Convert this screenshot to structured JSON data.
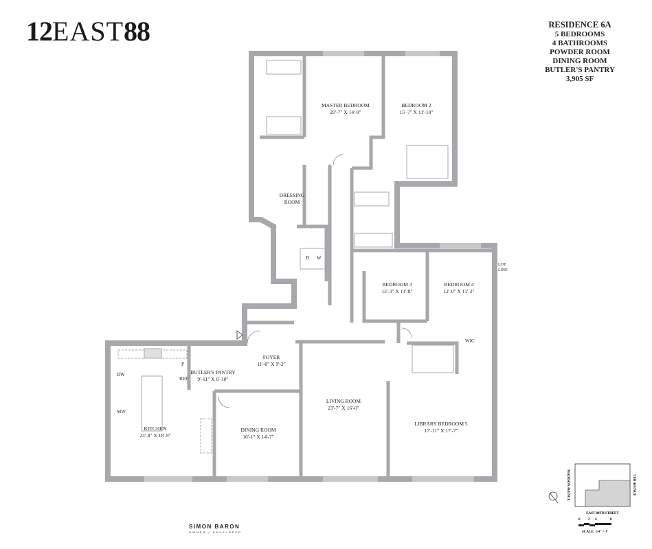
{
  "logo": {
    "part1": "12",
    "part2": "EAST",
    "part3": "88"
  },
  "summary": {
    "title": "RESIDENCE 6A",
    "lines": [
      "5 BEDROOMS",
      "4 BATHROOMS",
      "POWDER ROOM",
      "DINING ROOM",
      "BUTLER'S PANTRY",
      "3,905 SF"
    ]
  },
  "rooms": {
    "master_bedroom": {
      "name": "MASTER BEDROOM",
      "dims": "20'-7\" x 14'-9\""
    },
    "bedroom_2": {
      "name": "BEDROOM 2",
      "dims": "15'-7\" x 11'-10\""
    },
    "dressing_room": {
      "name": "DRESSING ROOM"
    },
    "bedroom_3": {
      "name": "BEDROOM 3",
      "dims": "13'-3\" x 11'-8\""
    },
    "bedroom_4": {
      "name": "BEDROOM 4",
      "dims": "12'-0\" x 11'-2\""
    },
    "foyer": {
      "name": "FOYER",
      "dims": "11'-8\" x 9'-2\""
    },
    "butlers_pantry": {
      "name": "BUTLER'S PANTRY",
      "dims": "9'-11\" x 6'-10\""
    },
    "kitchen": {
      "name": "KITCHEN",
      "dims": "23'-8\" x 18'-9\""
    },
    "dining_room": {
      "name": "DINING ROOM",
      "dims": "16'-1\" x 14'-7\""
    },
    "living_room": {
      "name": "LIVING ROOM",
      "dims": "23'-7\" x 16'-0\""
    },
    "library_bedroom_5": {
      "name": "LIBRARY BEDROOM 5",
      "dims": "17'-11\" x 17'-7\""
    }
  },
  "fixtures": {
    "dw": "DW",
    "mw": "MW",
    "p": "P",
    "ref": "REF",
    "d": "D",
    "w": "W",
    "wic": "WIC",
    "lot_line": "LOT LINE"
  },
  "key_plan": {
    "west_street": "MADISON AVENUE",
    "east_street": "5TH AVENUE",
    "south_street": "EAST 88TH STREET"
  },
  "scale": {
    "ticks": [
      "0",
      "2",
      "4",
      "8"
    ],
    "label": "SCALE: 1/4\" = 1'"
  },
  "developer": {
    "name": "SIMON BARON",
    "role": "OWNER | DEVELOPER"
  },
  "colors": {
    "wall": "#a6a8ab",
    "text": "#222222",
    "key_fill": "#d4d4d4"
  }
}
